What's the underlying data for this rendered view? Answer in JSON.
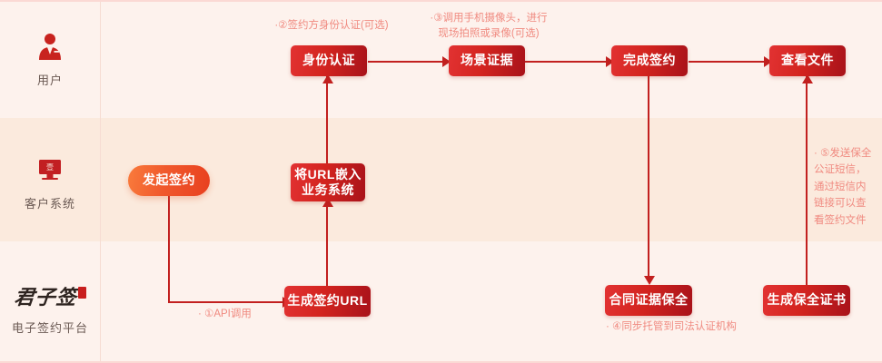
{
  "lanes": [
    {
      "id": "user",
      "label": "用户",
      "icon": "person-icon"
    },
    {
      "id": "customer",
      "label": "客户系统",
      "icon": "monitor-icon"
    },
    {
      "id": "platform",
      "label": "电子签约平台",
      "icon": "junziqian-logo",
      "logo_text": "君子签"
    }
  ],
  "nodes": {
    "identity_auth": {
      "label": "身份认证",
      "lane": "user"
    },
    "scene_evidence": {
      "label": "场景证据",
      "lane": "user"
    },
    "finish_sign": {
      "label": "完成签约",
      "lane": "user"
    },
    "view_file": {
      "label": "查看文件",
      "lane": "user"
    },
    "initiate_sign": {
      "label": "发起签约",
      "lane": "customer"
    },
    "embed_url": {
      "label": "将URL嵌入\n业务系统",
      "lane": "customer"
    },
    "generate_url": {
      "label": "生成签约URL",
      "lane": "platform"
    },
    "contract_evidence": {
      "label": "合同证据保全",
      "lane": "platform"
    },
    "generate_cert": {
      "label": "生成保全证书",
      "lane": "platform"
    }
  },
  "annotations": {
    "step1": "· ①API调用",
    "step2": "·②签约方身份认证(可选)",
    "step3": "·③调用手机摄像头，进行\n现场拍照或录像(可选)",
    "step4": "· ④同步托管到司法认证机构",
    "step5": "· ⑤发送保全\n公证短信，\n通过短信内\n链接可以查\n看签约文件"
  },
  "colors": {
    "brand_red": "#c2201f",
    "node_red_light": "#e23232",
    "node_red_dark": "#a8121a",
    "pill_orange": "#f97b3c",
    "band_user": "#fdf2ed",
    "band_customer": "#fbeadd",
    "band_platform": "#fdf2ed",
    "annotation": "#f08a80"
  }
}
